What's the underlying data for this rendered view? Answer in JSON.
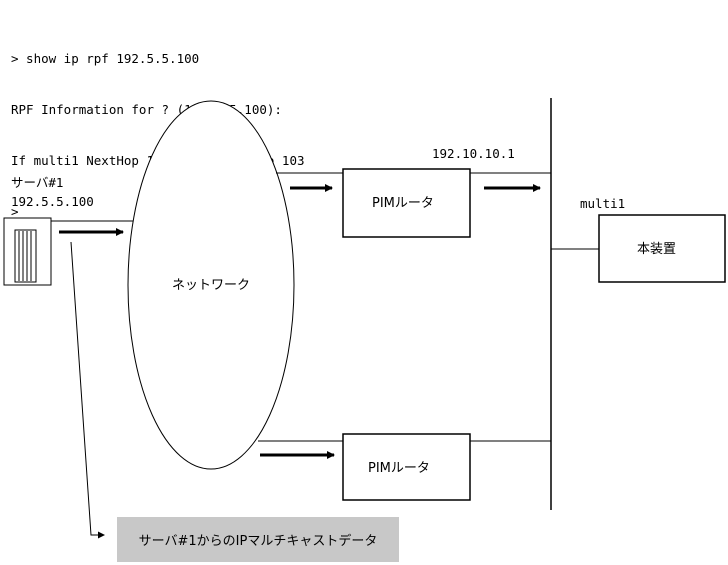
{
  "terminal": {
    "lines": [
      "> show ip rpf 192.5.5.100",
      "RPF Information for ? (192.5.5.100):",
      "If multi1 NextHop 192.10.10.1 proto 103",
      ">"
    ]
  },
  "diagram": {
    "server_label": "サーバ#1",
    "server_ip": "192.5.5.100",
    "network_label": "ネットワーク",
    "router_top_label": "PIMルータ",
    "router_bottom_label": "PIMルータ",
    "nexthop_ip": "192.10.10.1",
    "interface_label": "multi1",
    "device_label": "本装置",
    "legend_label": "サーバ#1からのIPマルチキャストデータ"
  }
}
